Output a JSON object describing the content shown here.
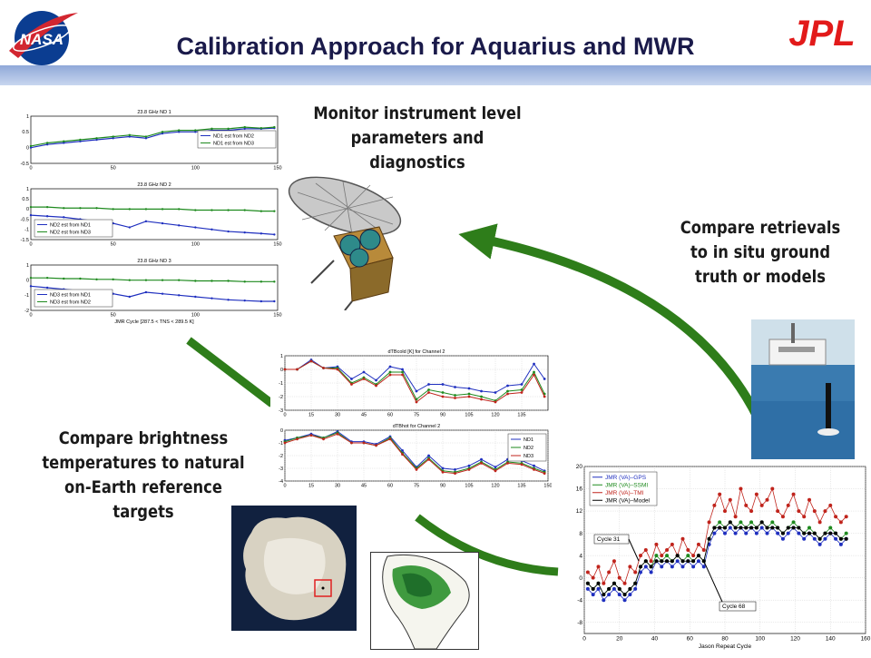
{
  "header": {
    "title": "Calibration Approach for Aquarius and MWR",
    "nasa_logo": "NASA",
    "jpl_logo": "JPL"
  },
  "callouts": {
    "monitor": [
      "Monitor instrument level",
      "parameters and",
      "diagnostics"
    ],
    "compare_retrievals": [
      "Compare retrievals",
      "to in situ ground",
      "truth or models"
    ],
    "compare_tb": [
      "Compare brightness",
      "temperatures to natural",
      "on-Earth reference",
      "targets"
    ]
  },
  "colors": {
    "arrow": "#2e7d1a",
    "blue": "#1f2fbf",
    "green": "#1e8a1e",
    "red": "#c0241c",
    "black": "#000000",
    "header_bar": "#8fa8d8",
    "title": "#1a1a4a"
  },
  "chart_data": [
    {
      "type": "scatter",
      "title": "23.8 GHz ND 1",
      "x_ticks": [
        "0",
        "50",
        "100",
        "150"
      ],
      "y_ticks": [
        "1",
        "0.5",
        "0",
        "-0.5"
      ],
      "xlim": [
        0,
        150
      ],
      "ylim": [
        -0.5,
        1
      ],
      "legend": [
        "ND1 est from ND2",
        "ND1 est from ND3"
      ],
      "series": [
        {
          "name": "ND1 est from ND2",
          "color": "blue",
          "x": [
            0,
            10,
            20,
            30,
            40,
            50,
            60,
            70,
            80,
            90,
            100,
            110,
            120,
            130,
            140,
            148
          ],
          "y": [
            0.0,
            0.1,
            0.15,
            0.2,
            0.25,
            0.3,
            0.35,
            0.3,
            0.45,
            0.5,
            0.5,
            0.55,
            0.55,
            0.6,
            0.6,
            0.62
          ]
        },
        {
          "name": "ND1 est from ND3",
          "color": "green",
          "x": [
            0,
            10,
            20,
            30,
            40,
            50,
            60,
            70,
            80,
            90,
            100,
            110,
            120,
            130,
            140,
            148
          ],
          "y": [
            0.05,
            0.15,
            0.2,
            0.25,
            0.3,
            0.35,
            0.4,
            0.35,
            0.5,
            0.55,
            0.55,
            0.6,
            0.6,
            0.65,
            0.62,
            0.65
          ]
        }
      ]
    },
    {
      "type": "scatter",
      "title": "23.8 GHz ND 2",
      "x_ticks": [
        "0",
        "50",
        "100",
        "150"
      ],
      "y_ticks": [
        "1",
        "0.5",
        "0",
        "-0.5",
        "-1",
        "-1.5"
      ],
      "xlim": [
        0,
        150
      ],
      "ylim": [
        -1.5,
        1
      ],
      "legend": [
        "ND2 est from ND1",
        "ND2 est from ND3"
      ],
      "series": [
        {
          "name": "ND2 est from ND1",
          "color": "blue",
          "x": [
            0,
            10,
            20,
            30,
            40,
            50,
            60,
            70,
            80,
            90,
            100,
            110,
            120,
            130,
            140,
            148
          ],
          "y": [
            -0.3,
            -0.35,
            -0.4,
            -0.5,
            -0.6,
            -0.7,
            -0.9,
            -0.6,
            -0.7,
            -0.8,
            -0.9,
            -1.0,
            -1.1,
            -1.15,
            -1.2,
            -1.25
          ]
        },
        {
          "name": "ND2 est from ND3",
          "color": "green",
          "x": [
            0,
            10,
            20,
            30,
            40,
            50,
            60,
            70,
            80,
            90,
            100,
            110,
            120,
            130,
            140,
            148
          ],
          "y": [
            0.1,
            0.1,
            0.05,
            0.05,
            0.05,
            0.0,
            0.0,
            0.0,
            0.0,
            0.0,
            -0.05,
            -0.05,
            -0.05,
            -0.05,
            -0.1,
            -0.1
          ]
        }
      ]
    },
    {
      "type": "scatter",
      "title": "23.8 GHz ND 3",
      "x_ticks": [
        "0",
        "50",
        "100",
        "150"
      ],
      "y_ticks": [
        "1",
        "0",
        "-1",
        "-2"
      ],
      "xlim": [
        0,
        150
      ],
      "ylim": [
        -2,
        1
      ],
      "legend": [
        "ND3 est from ND1",
        "ND3 est from ND2"
      ],
      "xlabel": "JMR Cycle    [287.5 < TNS < 289.5 K]",
      "series": [
        {
          "name": "ND3 est from ND1",
          "color": "blue",
          "x": [
            0,
            10,
            20,
            30,
            40,
            50,
            60,
            70,
            80,
            90,
            100,
            110,
            120,
            130,
            140,
            148
          ],
          "y": [
            -0.4,
            -0.5,
            -0.6,
            -0.7,
            -0.8,
            -0.9,
            -1.1,
            -0.8,
            -0.9,
            -1.0,
            -1.1,
            -1.2,
            -1.3,
            -1.35,
            -1.4,
            -1.4
          ]
        },
        {
          "name": "ND3 est from ND2",
          "color": "green",
          "x": [
            0,
            10,
            20,
            30,
            40,
            50,
            60,
            70,
            80,
            90,
            100,
            110,
            120,
            130,
            140,
            148
          ],
          "y": [
            0.15,
            0.15,
            0.1,
            0.1,
            0.05,
            0.05,
            0.0,
            0.0,
            0.0,
            0.0,
            -0.05,
            -0.05,
            -0.05,
            -0.1,
            -0.1,
            -0.1
          ]
        }
      ]
    },
    {
      "type": "line",
      "title": "dTBcold [K] for Channel 2",
      "x_ticks": [
        "0",
        "15",
        "30",
        "45",
        "60",
        "75",
        "90",
        "105",
        "120",
        "135"
      ],
      "y_ticks": [
        "1",
        "0",
        "-1",
        "-2",
        "-3"
      ],
      "xlim": [
        0,
        150
      ],
      "ylim": [
        -3,
        1
      ],
      "x": [
        0,
        7,
        15,
        22,
        30,
        38,
        45,
        52,
        60,
        67,
        75,
        82,
        90,
        97,
        105,
        112,
        120,
        127,
        135,
        142,
        148
      ],
      "series": [
        {
          "name": "ND1",
          "color": "blue",
          "values": [
            0.0,
            0.0,
            0.7,
            0.1,
            0.2,
            -0.7,
            -0.2,
            -0.8,
            0.2,
            0.0,
            -1.6,
            -1.1,
            -1.1,
            -1.3,
            -1.4,
            -1.6,
            -1.7,
            -1.2,
            -1.1,
            0.4,
            -0.7
          ]
        },
        {
          "name": "ND2",
          "color": "green",
          "values": [
            0.0,
            0.0,
            0.6,
            0.1,
            0.1,
            -1.0,
            -0.6,
            -1.1,
            -0.2,
            -0.2,
            -2.2,
            -1.5,
            -1.7,
            -1.9,
            -1.8,
            -2.0,
            -2.3,
            -1.6,
            -1.5,
            -0.2,
            -1.8
          ]
        },
        {
          "name": "ND3",
          "color": "red",
          "values": [
            0.0,
            0.0,
            0.6,
            0.1,
            0.0,
            -1.1,
            -0.7,
            -1.2,
            -0.4,
            -0.4,
            -2.4,
            -1.7,
            -2.0,
            -2.1,
            -2.0,
            -2.2,
            -2.4,
            -1.8,
            -1.7,
            -0.4,
            -2.0
          ]
        }
      ]
    },
    {
      "type": "line",
      "title": "dTBhot for Channel 2",
      "x_ticks": [
        "0",
        "15",
        "30",
        "45",
        "60",
        "75",
        "90",
        "105",
        "120",
        "135",
        "150"
      ],
      "y_ticks": [
        "0",
        "-1",
        "-2",
        "-3",
        "-4"
      ],
      "xlim": [
        0,
        150
      ],
      "ylim": [
        -4,
        0
      ],
      "legend": [
        "ND1",
        "ND2",
        "ND3"
      ],
      "x": [
        0,
        7,
        15,
        22,
        30,
        38,
        45,
        52,
        60,
        67,
        75,
        82,
        90,
        97,
        105,
        112,
        120,
        127,
        135,
        142,
        148
      ],
      "series": [
        {
          "name": "ND1",
          "color": "blue",
          "values": [
            -0.8,
            -0.6,
            -0.3,
            -0.6,
            -0.1,
            -0.9,
            -0.9,
            -1.1,
            -0.5,
            -1.6,
            -2.9,
            -2.0,
            -3.0,
            -3.1,
            -2.8,
            -2.3,
            -2.9,
            -2.3,
            -2.4,
            -2.8,
            -3.2
          ]
        },
        {
          "name": "ND2",
          "color": "green",
          "values": [
            -0.9,
            -0.6,
            -0.4,
            -0.6,
            -0.2,
            -1.0,
            -1.0,
            -1.2,
            -0.6,
            -1.8,
            -3.0,
            -2.2,
            -3.2,
            -3.3,
            -3.0,
            -2.5,
            -3.1,
            -2.5,
            -2.6,
            -3.0,
            -3.3
          ]
        },
        {
          "name": "ND3",
          "color": "red",
          "values": [
            -1.0,
            -0.7,
            -0.4,
            -0.7,
            -0.3,
            -1.0,
            -1.0,
            -1.2,
            -0.7,
            -1.9,
            -3.1,
            -2.3,
            -3.3,
            -3.4,
            -3.1,
            -2.6,
            -3.2,
            -2.6,
            -2.7,
            -3.1,
            -3.4
          ]
        }
      ]
    },
    {
      "type": "line",
      "title": "",
      "xlabel": "Jason Repeat Cycle",
      "x_ticks": [
        "0",
        "20",
        "40",
        "60",
        "80",
        "100",
        "120",
        "140",
        "160"
      ],
      "y_ticks": [
        "20",
        "16",
        "12",
        "8",
        "4",
        "0",
        "-4",
        "-8"
      ],
      "xlim": [
        0,
        160
      ],
      "ylim": [
        -10,
        20
      ],
      "legend": [
        "JMR (VA)–GPS",
        "JMR (VA)–SSMI",
        "JMR (VA)–TMI",
        "JMR (VA)–Model"
      ],
      "annotations": [
        "Cycle 31",
        "Cycle 68"
      ],
      "x": [
        2,
        5,
        8,
        11,
        14,
        17,
        20,
        23,
        26,
        29,
        32,
        35,
        38,
        41,
        44,
        47,
        50,
        53,
        56,
        59,
        62,
        65,
        68,
        71,
        74,
        77,
        80,
        83,
        86,
        89,
        92,
        95,
        98,
        101,
        104,
        107,
        110,
        113,
        116,
        119,
        122,
        125,
        128,
        131,
        134,
        137,
        140,
        143,
        146,
        149
      ],
      "series": [
        {
          "name": "JMR (VA)–GPS",
          "color": "blue",
          "values": [
            -2,
            -3,
            -2,
            -4,
            -3,
            -2,
            -3,
            -4,
            -3,
            -2,
            1,
            2,
            1,
            3,
            2,
            3,
            2,
            3,
            2,
            3,
            2,
            3,
            2,
            6,
            8,
            9,
            8,
            9,
            8,
            9,
            8,
            9,
            8,
            9,
            8,
            9,
            8,
            7,
            8,
            9,
            8,
            7,
            8,
            7,
            6,
            7,
            8,
            7,
            6,
            7
          ]
        },
        {
          "name": "JMR (VA)–SSMI",
          "color": "green",
          "values": [
            -1,
            -2,
            -1,
            -3,
            -2,
            -1,
            -2,
            -3,
            -2,
            -1,
            2,
            3,
            2,
            4,
            3,
            4,
            3,
            4,
            3,
            4,
            3,
            4,
            3,
            7,
            9,
            10,
            9,
            10,
            9,
            10,
            9,
            10,
            9,
            10,
            9,
            10,
            9,
            8,
            9,
            10,
            9,
            8,
            9,
            8,
            7,
            8,
            9,
            8,
            7,
            8
          ]
        },
        {
          "name": "JMR (VA)–TMI",
          "color": "red",
          "values": [
            1,
            0,
            2,
            -1,
            1,
            3,
            0,
            -1,
            2,
            1,
            4,
            5,
            3,
            6,
            4,
            5,
            6,
            4,
            7,
            5,
            4,
            6,
            5,
            10,
            13,
            15,
            12,
            14,
            11,
            16,
            13,
            12,
            15,
            13,
            14,
            16,
            12,
            11,
            13,
            15,
            12,
            11,
            14,
            12,
            10,
            12,
            13,
            11,
            10,
            11
          ]
        },
        {
          "name": "JMR (VA)–Model",
          "color": "black",
          "values": [
            -1,
            -2,
            -1,
            -3,
            -2,
            -1,
            -2,
            -3,
            -2,
            -1,
            2,
            3,
            2,
            3,
            3,
            3,
            3,
            4,
            3,
            3,
            3,
            4,
            3,
            7,
            9,
            9,
            9,
            10,
            9,
            9,
            9,
            9,
            9,
            10,
            9,
            9,
            9,
            8,
            9,
            9,
            9,
            8,
            8,
            8,
            7,
            8,
            8,
            8,
            7,
            7
          ]
        }
      ]
    }
  ]
}
